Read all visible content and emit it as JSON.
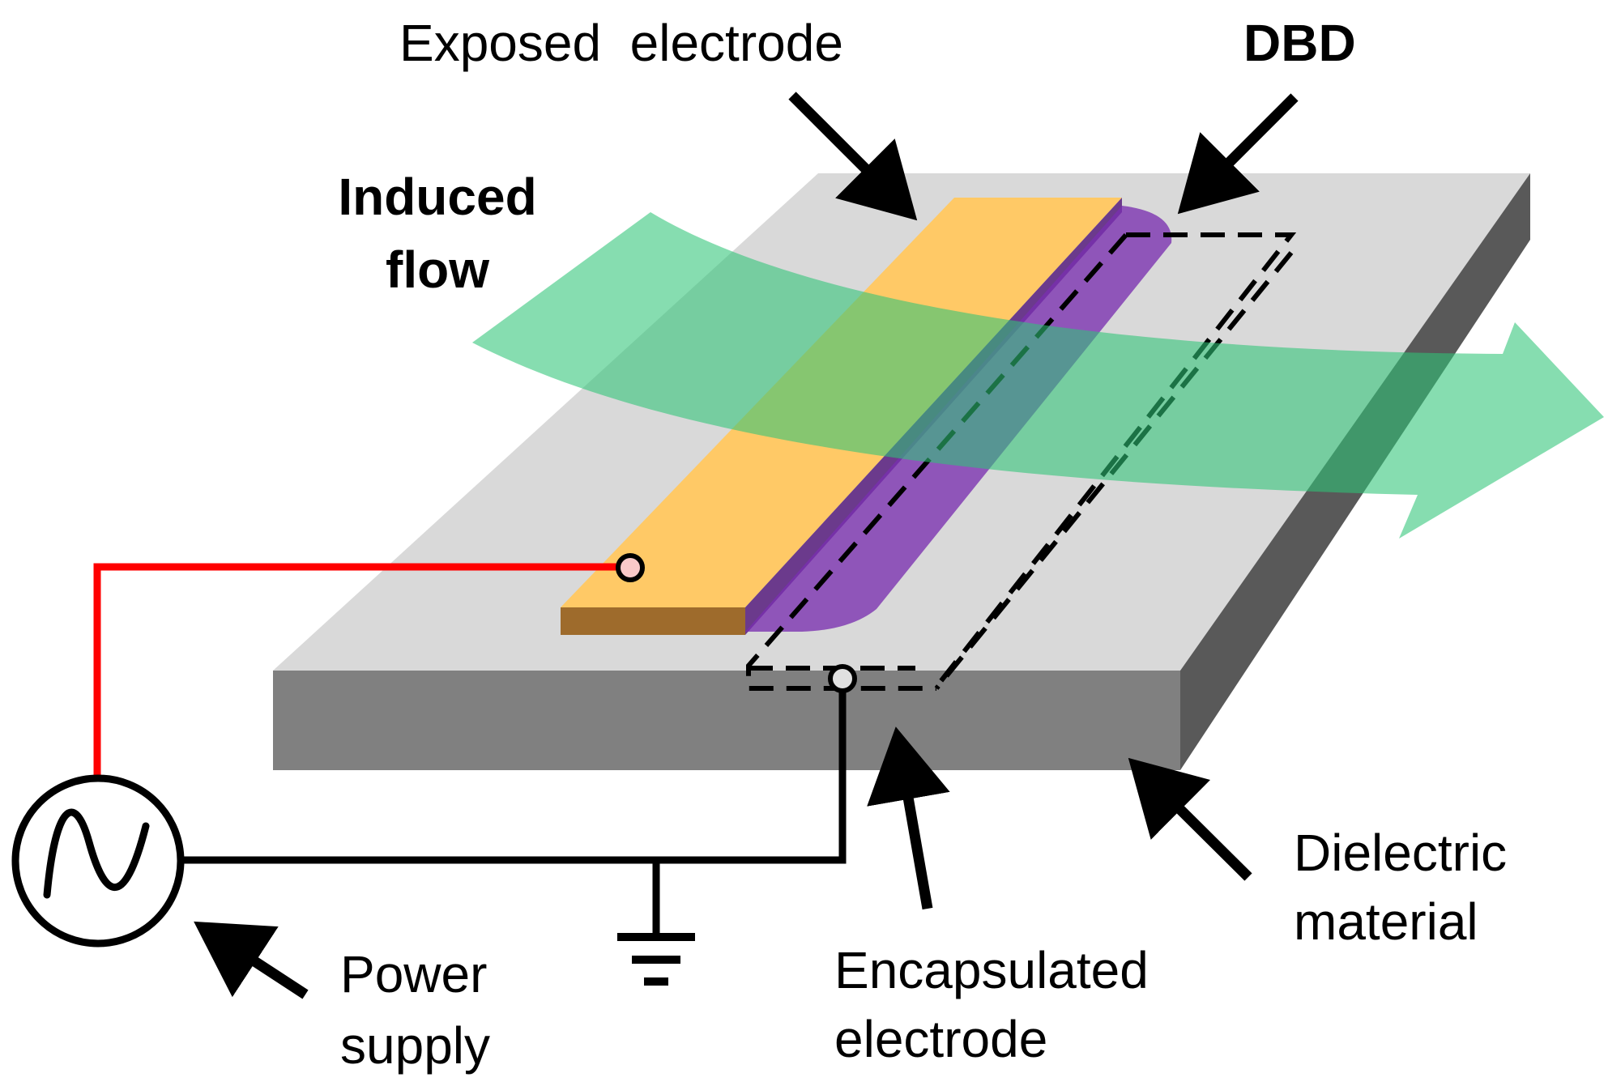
{
  "labels": {
    "exposed_electrode": "Exposed  electrode",
    "dbd": "DBD",
    "induced_flow_line1": "Induced",
    "induced_flow_line2": "flow",
    "dielectric_line1": "Dielectric",
    "dielectric_line2": "material",
    "encapsulated_line1": "Encapsulated",
    "encapsulated_line2": "electrode",
    "power_line1": "Power",
    "power_line2": "supply"
  },
  "colors": {
    "dielectric_top": "#d9d9d9",
    "dielectric_front": "#808080",
    "dielectric_side": "#595959",
    "electrode_top": "#ffc966",
    "electrode_side": "#9e6b2c",
    "plasma": "#7a2fb0",
    "flow": "#2ec477",
    "flow_text": "#00b050",
    "dbd_text": "#7030a0",
    "hv_wire": "#ff0000",
    "ground_wire": "#000000",
    "terminal_hv": "#f9c9c9",
    "terminal_ground": "#e0e0e0"
  },
  "icons": {
    "power_source": "ac-sine-source-icon",
    "ground": "ground-symbol-icon"
  }
}
